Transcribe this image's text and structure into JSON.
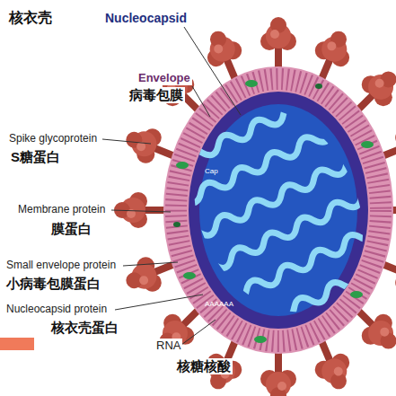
{
  "diagram": {
    "labels": [
      "核衣壳",
      "Nucleocapsid",
      "Envelope",
      "病毒包膜",
      "Cap",
      "Spike glycoprotein",
      "S糖蛋白",
      "Membrane protein",
      "膜蛋白",
      "Small envelope protein",
      "小病毒包膜蛋白",
      "AAAAAA",
      "Nucleocapsid protein",
      "核衣壳蛋白",
      "RNA",
      "核糖核酸"
    ]
  }
}
